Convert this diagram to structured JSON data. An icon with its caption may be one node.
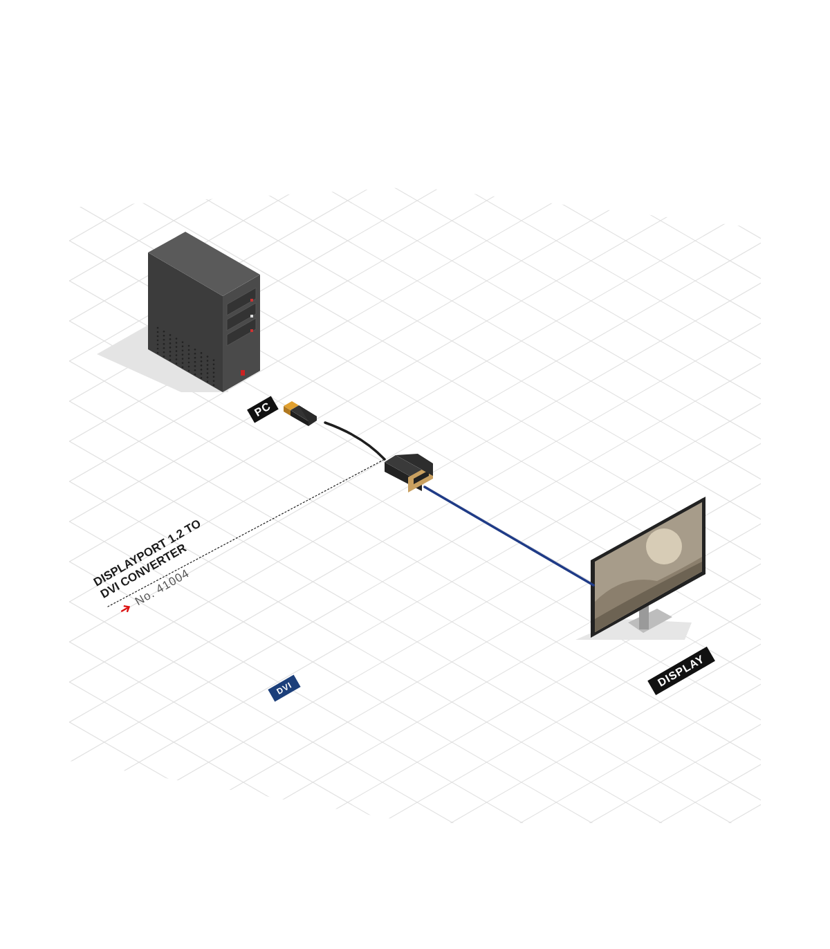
{
  "diagram": {
    "nodes": [
      {
        "text": [],
        "shape": "picture"
      },
      {
        "text": [
          "PC"
        ]
      },
      {
        "text": [],
        "shape": "picture"
      },
      {
        "text": [],
        "shape": "picture"
      },
      {
        "text": [],
        "shape": "picture"
      },
      {
        "text": [
          "DISPLAY"
        ]
      },
      {
        "text": [
          "DVI"
        ]
      },
      {
        "text": [
          "DISPLAYPORT 1.2 TO DVI CONVERTER",
          "No. 41004"
        ]
      }
    ],
    "edges": [
      {
        "from": 2,
        "to": 3,
        "arrow": "none"
      },
      {
        "from": 3,
        "to": 4,
        "arrow": "none",
        "color": "#1f3b87"
      },
      {
        "from": 7,
        "to": 3,
        "arrow": "none",
        "style": "dashed"
      }
    ]
  }
}
